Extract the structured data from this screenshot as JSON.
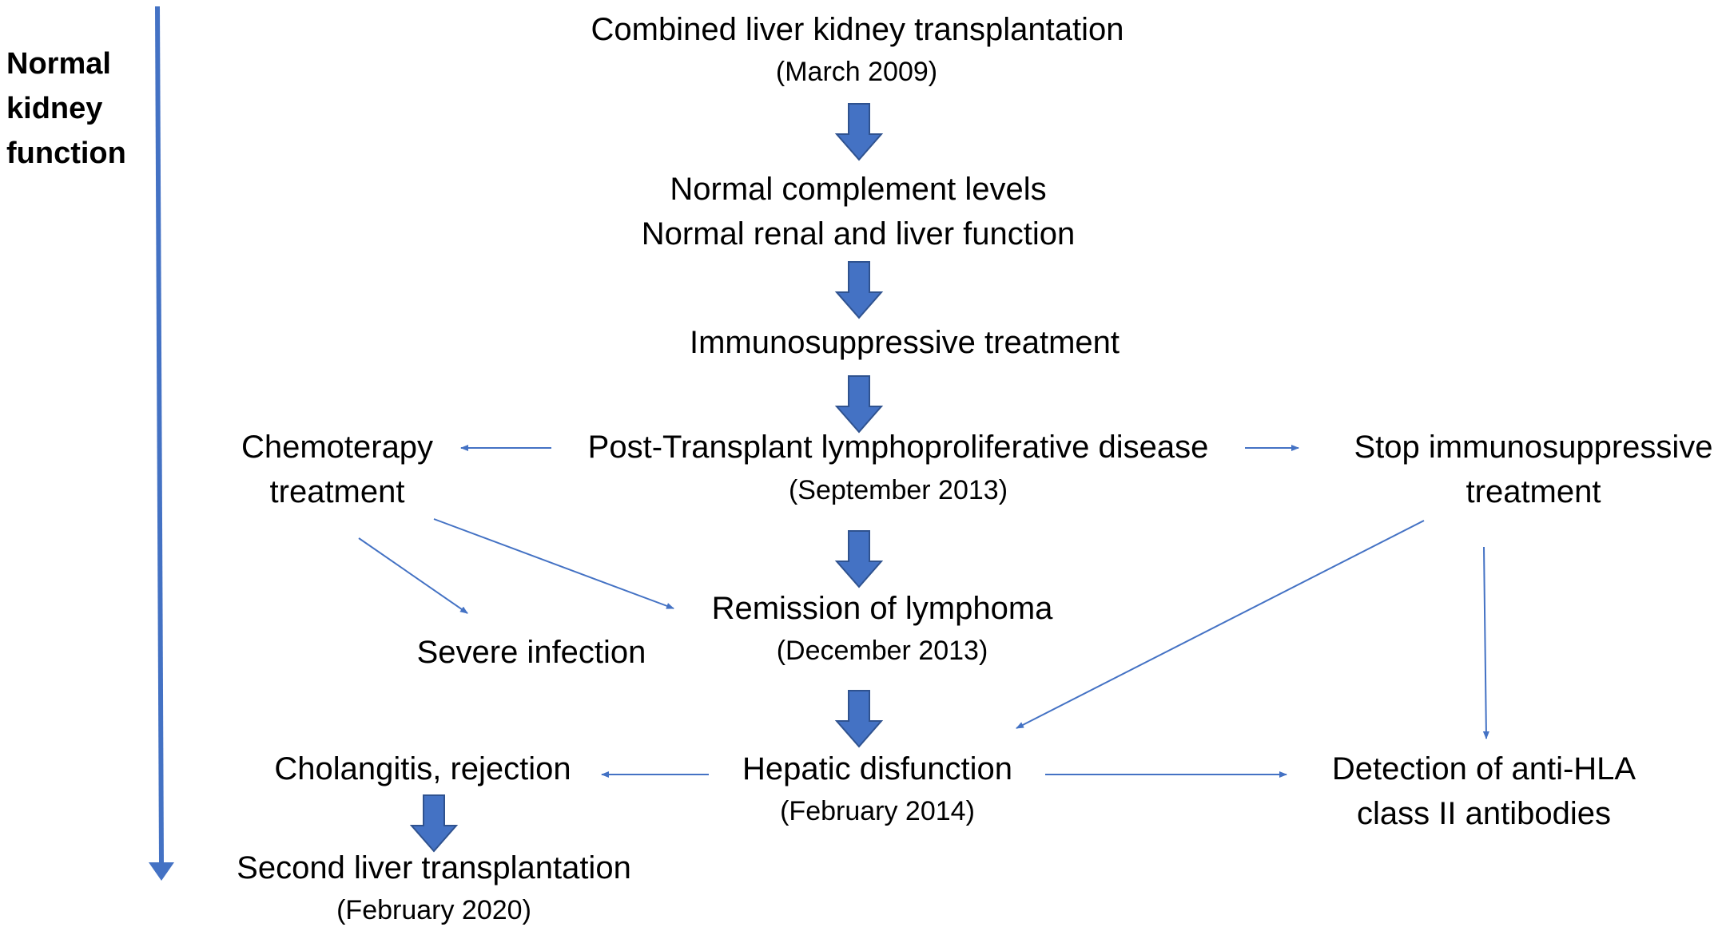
{
  "side_label": [
    "Normal",
    "kidney",
    "function"
  ],
  "nodes": {
    "combined": {
      "title": "Combined liver kidney transplantation",
      "date": "(March 2009)"
    },
    "normal": {
      "line1": "Normal complement levels",
      "line2": "Normal renal and liver function"
    },
    "immuno": {
      "title": "Immunosuppressive treatment"
    },
    "ptld": {
      "title": "Post-Transplant lymphoproliferative disease",
      "date": "(September 2013)"
    },
    "chemo": {
      "line1": "Chemoterapy",
      "line2": "treatment"
    },
    "stop": {
      "line1": "Stop immunosuppressive",
      "line2": "treatment"
    },
    "remission": {
      "title": "Remission of lymphoma",
      "date": "(December 2013)"
    },
    "infection": {
      "title": "Severe infection"
    },
    "hepatic": {
      "title": "Hepatic disfunction",
      "date": "(February 2014)"
    },
    "cholangitis": {
      "title": "Cholangitis, rejection"
    },
    "antihla": {
      "line1": "Detection of anti-HLA",
      "line2": "class II antibodies"
    },
    "second": {
      "title": "Second liver transplantation",
      "date": "(February 2020)"
    }
  },
  "colors": {
    "arrow": "#4472C4",
    "text": "#000000"
  }
}
